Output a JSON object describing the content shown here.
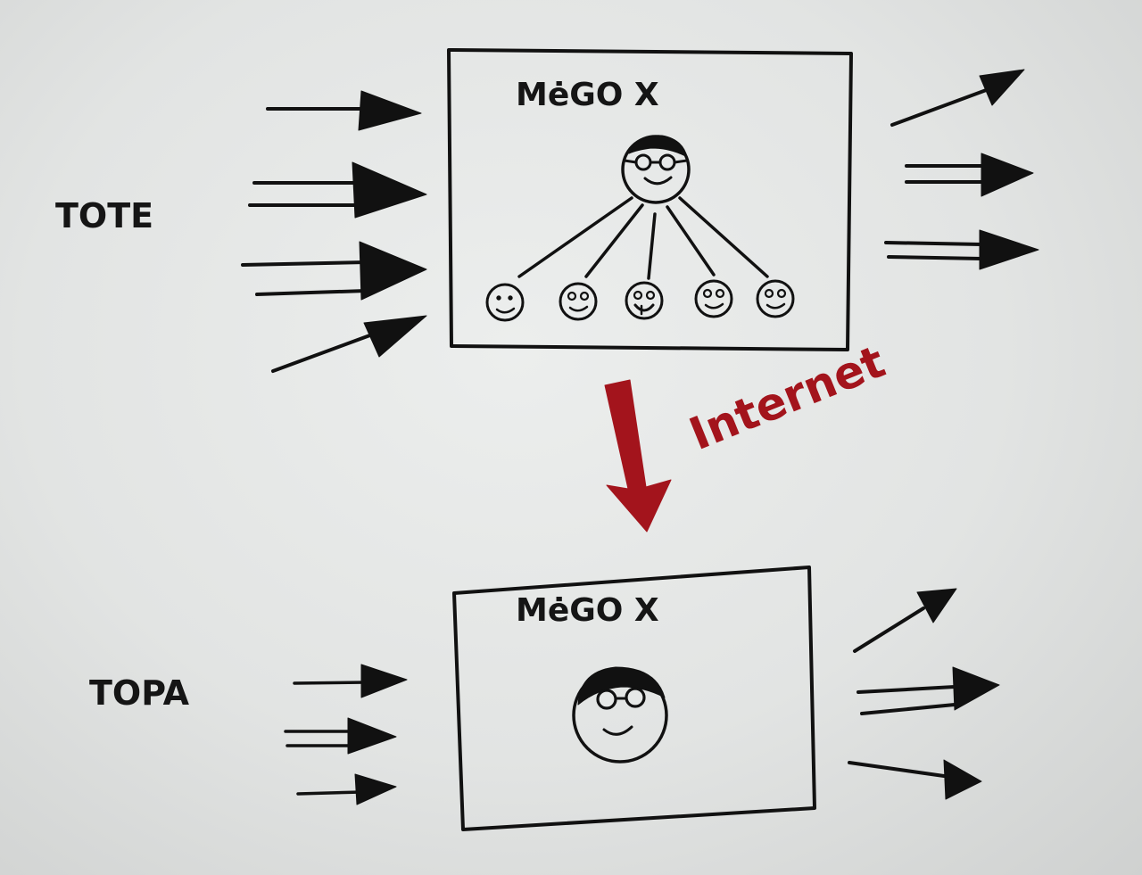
{
  "diagram": {
    "top_section": {
      "side_label": "TOTE",
      "box_title": "MėGO X"
    },
    "bottom_section": {
      "side_label": "TOPA",
      "box_title": "MėGO X"
    },
    "connector": {
      "label": "Internet"
    },
    "colors": {
      "ink": "#111111",
      "accent_red": "#a3141c",
      "paper": "#e6e8e7"
    }
  }
}
